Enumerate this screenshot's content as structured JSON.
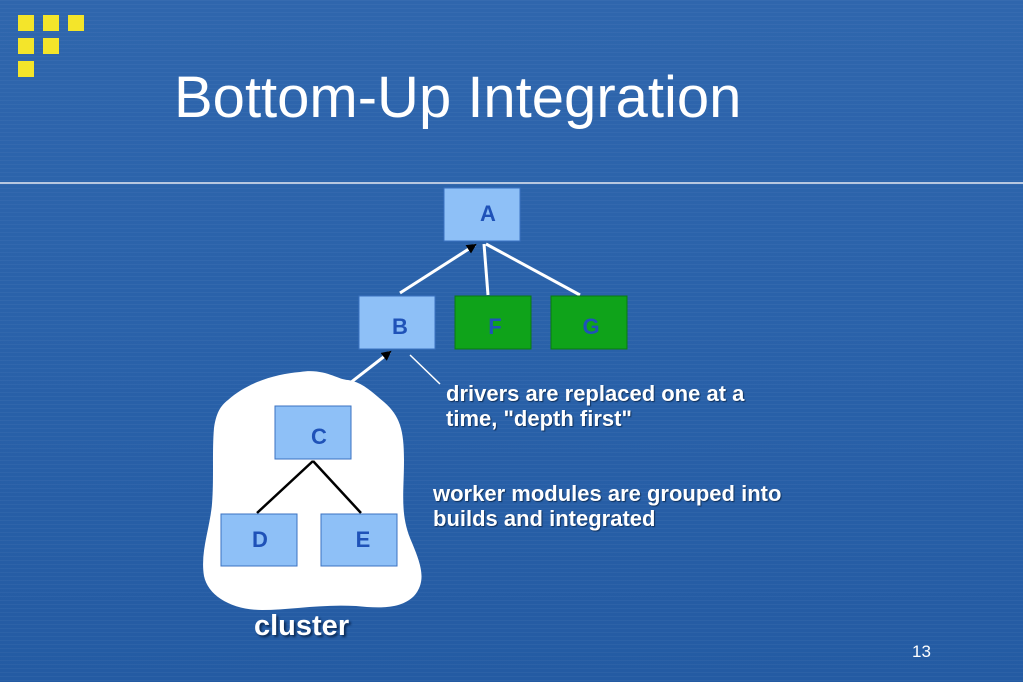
{
  "slide": {
    "title": "Bottom-Up Integration",
    "page_number": "13",
    "cluster_label": "cluster",
    "note_drivers": [
      "drivers are replaced one at a",
      "time, \"depth first\""
    ],
    "note_workers": [
      "worker modules are grouped into",
      "builds and integrated"
    ]
  },
  "diagram": {
    "nodes": {
      "A": {
        "label": "A",
        "fill": "#8ec0f7"
      },
      "B": {
        "label": "B",
        "fill": "#8ec0f7"
      },
      "F": {
        "label": "F",
        "fill": "#0fa31a"
      },
      "G": {
        "label": "G",
        "fill": "#0fa31a"
      },
      "C": {
        "label": "C",
        "fill": "#8ec0f7"
      },
      "D": {
        "label": "D",
        "fill": "#8ec0f7"
      },
      "E": {
        "label": "E",
        "fill": "#8ec0f7"
      }
    },
    "colors": {
      "module_blue": "#8ec0f7",
      "module_green": "#0fa31a",
      "label_blue": "#1f52b8",
      "bullet_yellow": "#f4e52a"
    }
  }
}
